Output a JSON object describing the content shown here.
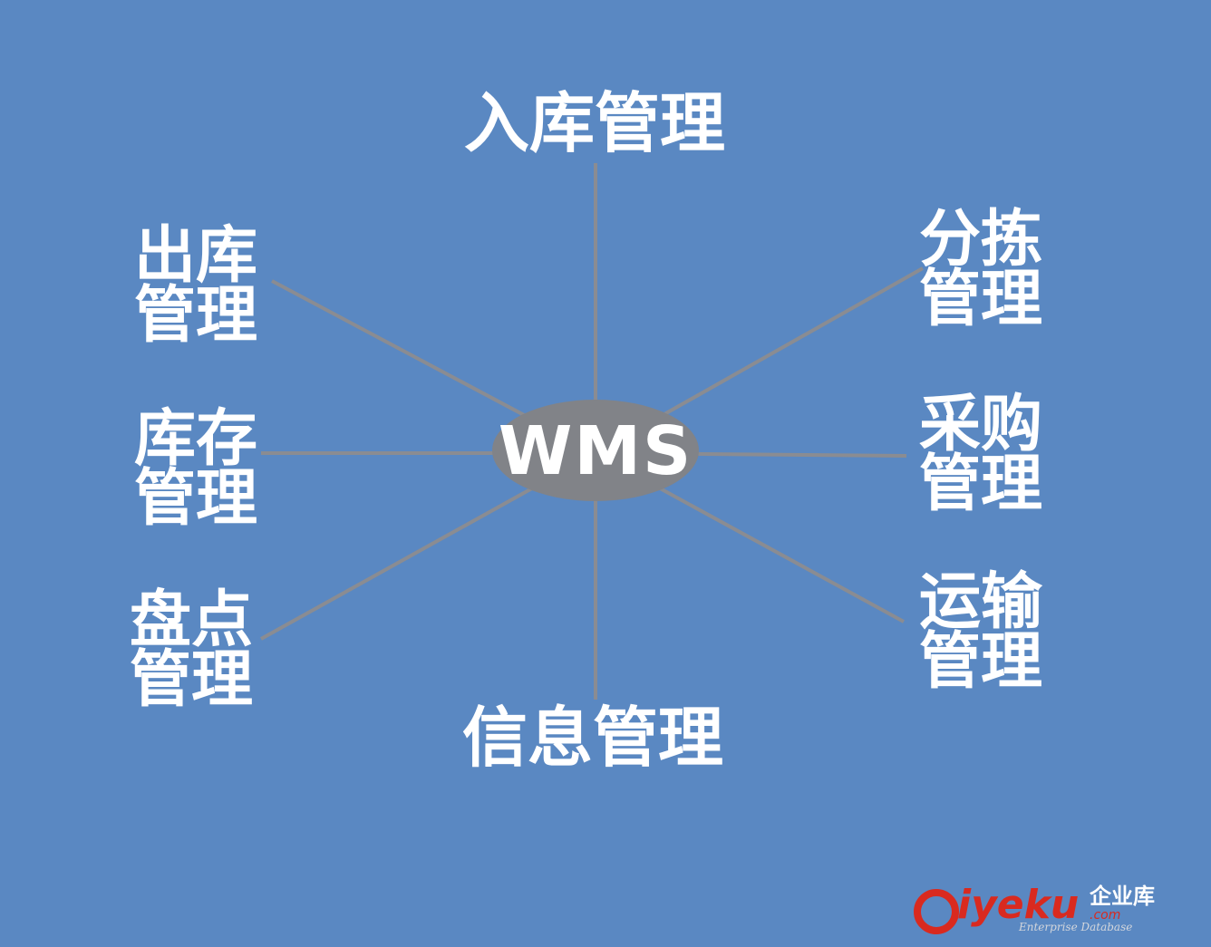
{
  "diagram": {
    "hub": {
      "label": "WMS"
    },
    "nodes": [
      {
        "id": "top",
        "lines": [
          "入库管理"
        ]
      },
      {
        "id": "left-1",
        "lines": [
          "出库",
          "管理"
        ]
      },
      {
        "id": "left-2",
        "lines": [
          "库存",
          "管理"
        ]
      },
      {
        "id": "left-3",
        "lines": [
          "盘点",
          "管理"
        ]
      },
      {
        "id": "bottom",
        "lines": [
          "信息管理"
        ]
      },
      {
        "id": "right-1",
        "lines": [
          "分拣",
          "管理"
        ]
      },
      {
        "id": "right-2",
        "lines": [
          "采购",
          "管理"
        ]
      },
      {
        "id": "right-3",
        "lines": [
          "运输",
          "管理"
        ]
      }
    ]
  },
  "watermark": {
    "brand": "iyeku",
    "chinese": "企业库",
    "dotcom": ".com",
    "subtitle": "Enterprise Database"
  },
  "colors": {
    "background": "#5a88c2",
    "hub_fill": "#818388",
    "connector": "#8a8c92",
    "label_text": "#ffffff",
    "watermark_red": "#d92a1f"
  }
}
